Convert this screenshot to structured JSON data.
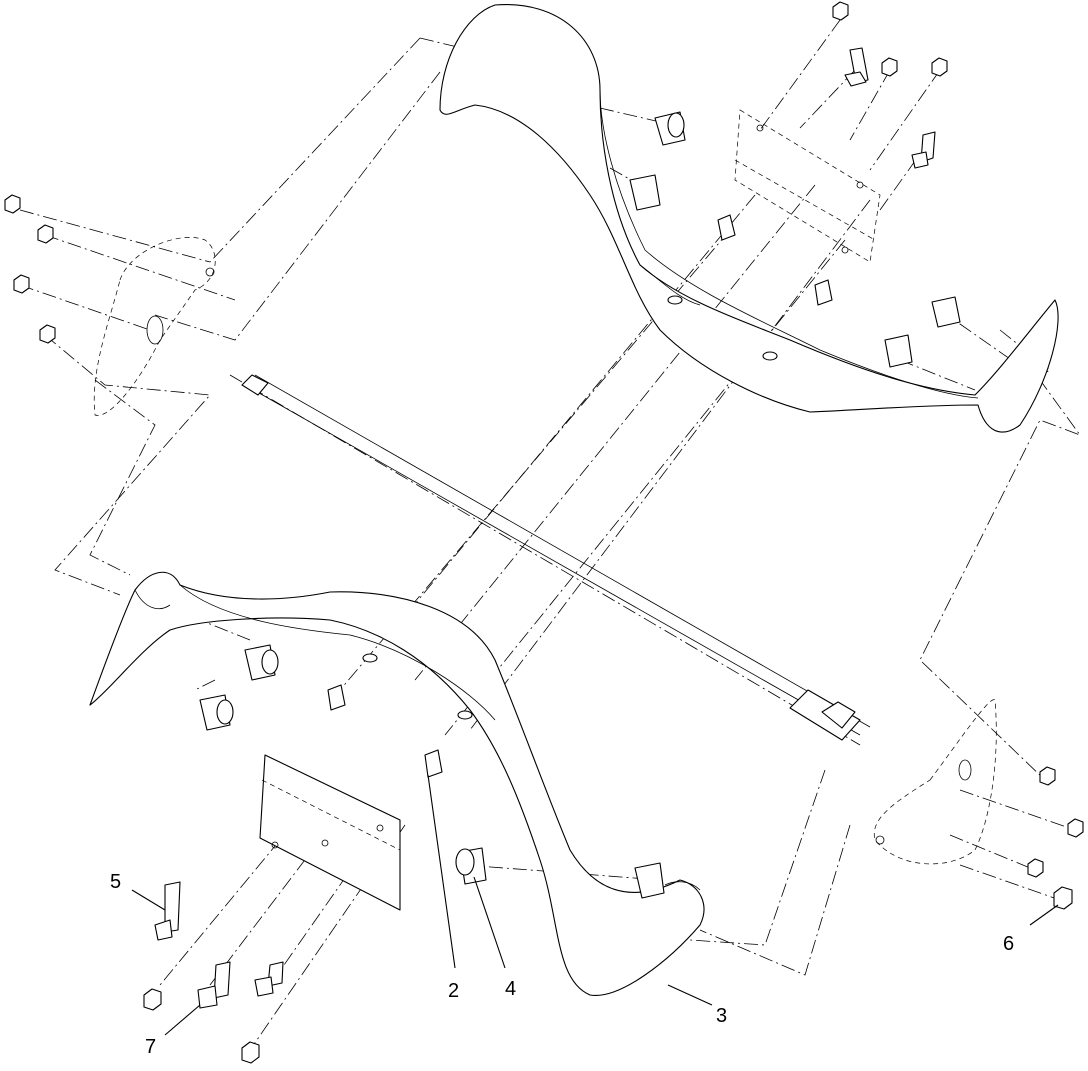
{
  "callouts": [
    {
      "id": "2",
      "label": "2"
    },
    {
      "id": "3",
      "label": "3"
    },
    {
      "id": "4",
      "label": "4"
    },
    {
      "id": "5",
      "label": "5"
    },
    {
      "id": "6",
      "label": "6"
    },
    {
      "id": "7",
      "label": "7"
    }
  ]
}
